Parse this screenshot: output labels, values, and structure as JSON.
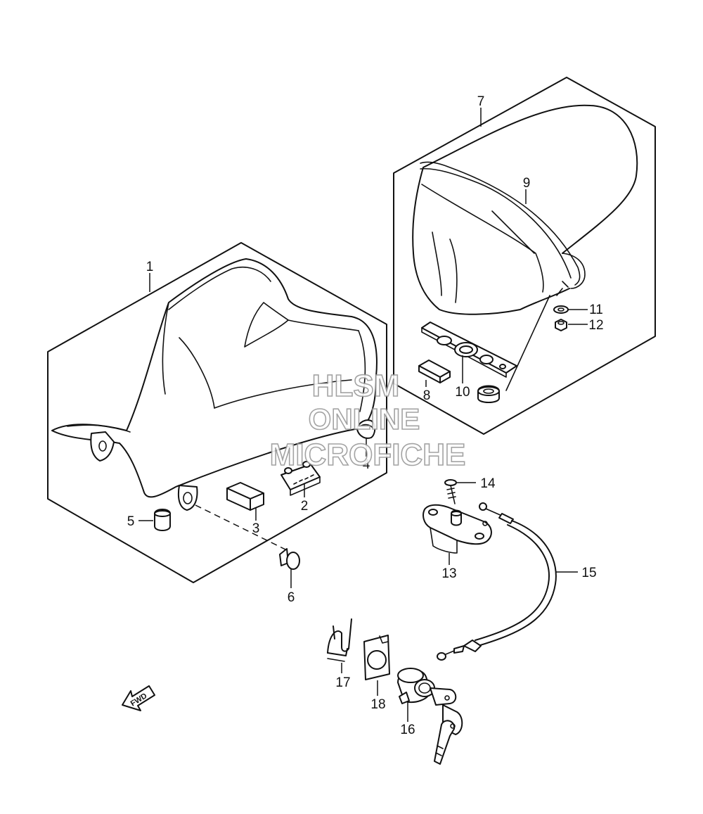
{
  "callouts": [
    "1",
    "2",
    "3",
    "4",
    "5",
    "6",
    "7",
    "8",
    "9",
    "10",
    "11",
    "12",
    "13",
    "14",
    "15",
    "16",
    "17",
    "18"
  ],
  "watermark": {
    "line1": "HLSM",
    "line2": "ONLINE",
    "line3": "MICROFICHE"
  },
  "fwd_arrow": {
    "label": "FWD"
  }
}
